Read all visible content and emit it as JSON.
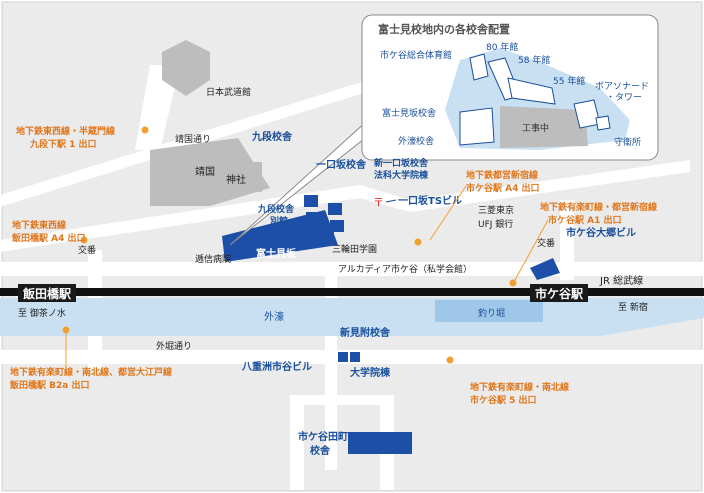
{
  "colors": {
    "background": "#ebebeb",
    "road": "#ffffff",
    "block": "#bdbdbd",
    "canal": "#c9e0f3",
    "campus": "#1e4fa8",
    "blue_text": "#1a4f9c",
    "orange_text": "#e0761a",
    "orange_dot": "#f0a030",
    "rail": "#111111"
  },
  "inset": {
    "title": "富士見校地内の各校舎配置",
    "labels": {
      "ichigaya_gym": "市ケ谷総合体育館",
      "hall80": "80 年館",
      "hall58": "58 年館",
      "hall55": "55 年館",
      "boissonade_1": "ボアソナード",
      "boissonade_2": "・タワー",
      "fujimizaka": "富士見坂校舎",
      "sotobori_bldg": "外濠校舎",
      "construction": "工事中",
      "guard": "守衛所"
    }
  },
  "stations": {
    "iidabashi": "飯田橋駅",
    "ichigaya": "市ケ谷駅"
  },
  "rail": {
    "jr_line": "JR 総武線",
    "to_ochanomizu": "至 御茶ノ水",
    "to_shinjuku": "至 新宿"
  },
  "labels": {
    "nippon_budokan": "日本武道館",
    "yasukuni_dori": "靖国通り",
    "yasukuni": "靖国",
    "jinja": "神社",
    "kudan": "九段校舎",
    "kudan_annex_1": "九段校舎",
    "kudan_annex_2": "別館",
    "hitokuchizaka": "一口坂校舎",
    "new_hitokuchizaka_1": "新一口坂校舎",
    "new_hitokuchizaka_2": "法科大学院棟",
    "hitokuchizaka_ts": "一口坂TSビル",
    "fujimi": "富士見坂",
    "miwada": "三輪田学園",
    "teishin": "逓信病院",
    "koban_1": "交番",
    "koban_2": "交番",
    "ufj_1": "三菱東京",
    "ufj_2": "UFJ 銀行",
    "arcadia": "アルカディア市ケ谷（私学会館）",
    "ichigaya_ogo": "市ケ谷大郷ビル",
    "sotobori": "外濠",
    "tsuribori": "釣り堀",
    "sotobori_dori": "外堀通り",
    "shin_mitsuke": "新見附校舎",
    "yaesu": "八重洲市谷ビル",
    "graduate": "大学院棟",
    "ichigaya_tamachi_1": "市ケ谷田町",
    "ichigaya_tamachi_2": "校舎"
  },
  "subway": {
    "kudanshita_1": "地下鉄東西線・半蔵門線",
    "kudanshita_2": "九段下駅 1 出口",
    "iidabashi_a4_1": "地下鉄東西線",
    "iidabashi_a4_2": "飯田橋駅 A4 出口",
    "toei_shinjuku_1": "地下鉄都営新宿線",
    "toei_shinjuku_2": "市ケ谷駅 A4 出口",
    "yurakucho_a1_1": "地下鉄有楽町線・都営新宿線",
    "yurakucho_a1_2": "市ケ谷駅 A1 出口",
    "iidabashi_b2a_1": "地下鉄有楽町線・南北線、都営大江戸線",
    "iidabashi_b2a_2": "飯田橋駅 B2a 出口",
    "ichigaya_5_1": "地下鉄有楽町線・南北線",
    "ichigaya_5_2": "市ケ谷駅 5 出口"
  }
}
